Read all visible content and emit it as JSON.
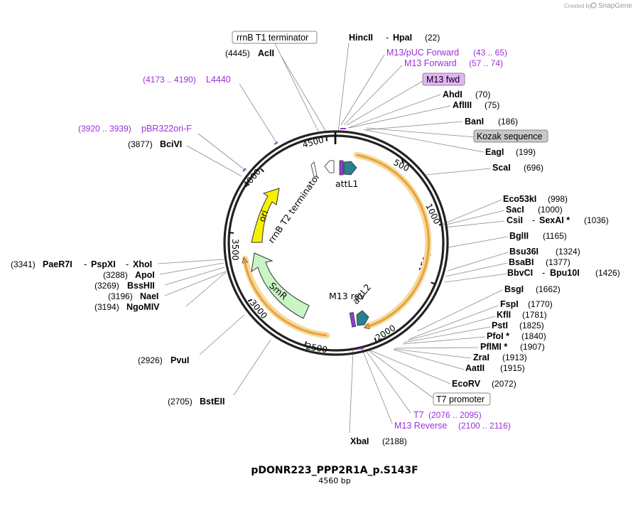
{
  "header": {
    "created_by": "Created by",
    "brand": "SnapGene"
  },
  "plasmid": {
    "name": "pDONR223_PPP2R1A_p.S143F",
    "size": "4560 bp"
  },
  "ticks": [
    "500",
    "1000",
    "1500",
    "2000",
    "2500",
    "3000",
    "3500",
    "4000",
    "4500"
  ],
  "features": {
    "attL1": "attL1",
    "attL2": "attL2",
    "m13_rev": "M13 rev",
    "ori": "ori",
    "smr": "SmR",
    "rrnb_t2": "rrnB T2 terminator"
  },
  "labels": {
    "rrnb_t1": "rrnB T1 terminator",
    "hincii": "HincII",
    "hpai": "HpaI",
    "hpai_pos": "(22)",
    "acli_pos": "(4445)",
    "acli": "AclI",
    "m13puc_fwd": "M13/pUC Forward",
    "m13puc_fwd_pos": "(43 .. 65)",
    "m13_forward": "M13 Forward",
    "m13_forward_pos": "(57 .. 74)",
    "m13_fwd": "M13 fwd",
    "l4440_pos": "(4173 .. 4190)",
    "l4440": "L4440",
    "ahdi": "AhdI",
    "ahdi_pos": "(70)",
    "aflii": "AflIII",
    "aflii_pos": "(75)",
    "bani": "BanI",
    "bani_pos": "(186)",
    "kozak": "Kozak sequence",
    "pbr_pos": "(3920 .. 3939)",
    "pbr": "pBR322ori-F",
    "bclvi_pos": "(3877)",
    "bclvi": "BciVI",
    "eagi": "EagI",
    "eagi_pos": "(199)",
    "scai": "ScaI",
    "scai_pos": "(696)",
    "eco53ki": "Eco53kI",
    "eco53ki_pos": "(998)",
    "saci": "SacI",
    "saci_pos": "(1000)",
    "csii": "CsiI",
    "sexai": "SexAI *",
    "sexai_pos": "(1036)",
    "bglii": "BglII",
    "bglii_pos": "(1165)",
    "bsu36i": "Bsu36I",
    "bsu36i_pos": "(1324)",
    "bsabi": "BsaBI",
    "bsabi_pos": "(1377)",
    "bbvci": "BbvCI",
    "bpu10i": "Bpu10I",
    "bpu10i_pos": "(1426)",
    "bsgi": "BsgI",
    "bsgi_pos": "(1662)",
    "fspi": "FspI",
    "fspi_pos": "(1770)",
    "kfli": "KflI",
    "kfli_pos": "(1781)",
    "psti": "PstI",
    "psti_pos": "(1825)",
    "pfoi": "PfoI *",
    "pfoi_pos": "(1840)",
    "pflmi": "PflMI *",
    "pflmi_pos": "(1907)",
    "zrai": "ZraI",
    "zrai_pos": "(1913)",
    "aatii": "AatII",
    "aatii_pos": "(1915)",
    "ecorv": "EcoRV",
    "ecorv_pos": "(2072)",
    "t7_promoter": "T7 promoter",
    "t7": "T7",
    "t7_pos": "(2076 .. 2095)",
    "m13_reverse": "M13 Reverse",
    "m13_reverse_pos": "(2100 .. 2116)",
    "xbai": "XbaI",
    "xbai_pos": "(2188)",
    "paer7i_pos": "(3341)",
    "paer7i": "PaeR7I",
    "pspxi": "PspXI",
    "xhoi": "XhoI",
    "apoi_pos": "(3288)",
    "apoi": "ApoI",
    "bsshii_pos": "(3269)",
    "bsshii": "BssHII",
    "naei_pos": "(3196)",
    "naei": "NaeI",
    "ngomiv_pos": "(3194)",
    "ngomiv": "NgoMIV",
    "pvui_pos": "(2926)",
    "pvui": "PvuI",
    "bsteii_pos": "(2705)",
    "bsteii": "BstEII"
  },
  "colors": {
    "backbone": "#222222",
    "orf_fill": "#e8a33a",
    "orf_glow": "#f6d99c",
    "attl": "#2b7f91",
    "ori": "#f5f000",
    "smr": "#c9f5c4",
    "primer": "#9b30d9",
    "kozak_box": "#c8c8c8",
    "m13fwd_box": "#e3b5f5"
  }
}
